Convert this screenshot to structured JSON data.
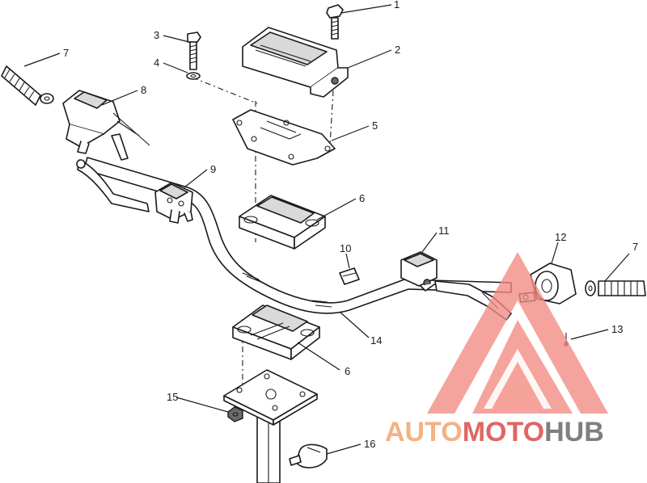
{
  "callouts": [
    {
      "id": "1",
      "label": "1"
    },
    {
      "id": "2",
      "label": "2"
    },
    {
      "id": "3",
      "label": "3"
    },
    {
      "id": "4",
      "label": "4"
    },
    {
      "id": "5",
      "label": "5"
    },
    {
      "id": "6a",
      "label": "6"
    },
    {
      "id": "6b",
      "label": "6"
    },
    {
      "id": "7a",
      "label": "7"
    },
    {
      "id": "7b",
      "label": "7"
    },
    {
      "id": "8",
      "label": "8"
    },
    {
      "id": "9",
      "label": "9"
    },
    {
      "id": "10",
      "label": "10"
    },
    {
      "id": "11",
      "label": "11"
    },
    {
      "id": "12",
      "label": "12"
    },
    {
      "id": "13",
      "label": "13"
    },
    {
      "id": "14",
      "label": "14"
    },
    {
      "id": "15",
      "label": "15"
    },
    {
      "id": "16",
      "label": "16"
    }
  ],
  "watermark": {
    "part1": "AUTO",
    "part2": "MOTO",
    "part3": "HUB",
    "colors": {
      "orange": "#f4b183",
      "red": "#e06666",
      "grey": "#7f7f7f",
      "triangle": "#f28b82"
    }
  }
}
